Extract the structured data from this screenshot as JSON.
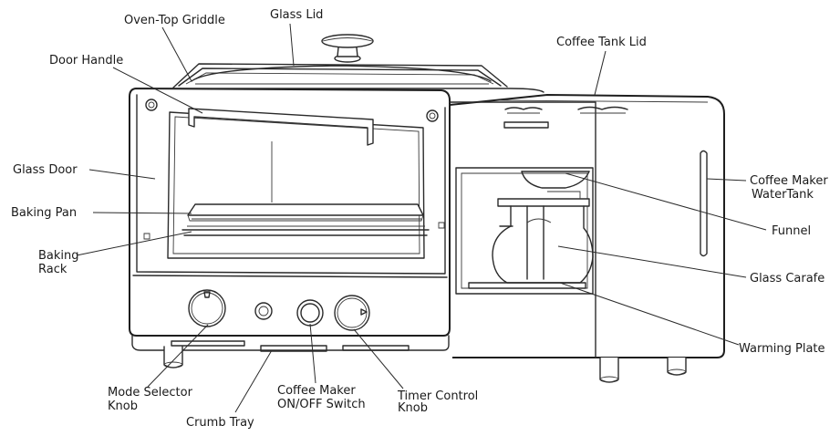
{
  "diagram": {
    "labels": {
      "oven_top_griddle": "Oven-Top Griddle",
      "glass_lid": "Glass Lid",
      "coffee_tank_lid": "Coffee Tank Lid",
      "door_handle": "Door Handle",
      "glass_door": "Glass Door",
      "baking_pan": "Baking Pan",
      "baking_rack_line1": "Baking",
      "baking_rack_line2": "Rack",
      "coffee_water_tank_line1": "Coffee Maker",
      "coffee_water_tank_line2": "WaterTank",
      "funnel": "Funnel",
      "glass_carafe": "Glass Carafe",
      "warming_plate": "Warming Plate",
      "mode_selector_line1": "Mode Selector",
      "mode_selector_line2": "Knob",
      "coffee_switch_line1": "Coffee Maker",
      "coffee_switch_line2": "ON/OFF Switch",
      "timer_knob_line1": "Timer Control",
      "timer_knob_line2": "Knob",
      "crumb_tray": "Crumb Tray"
    }
  }
}
